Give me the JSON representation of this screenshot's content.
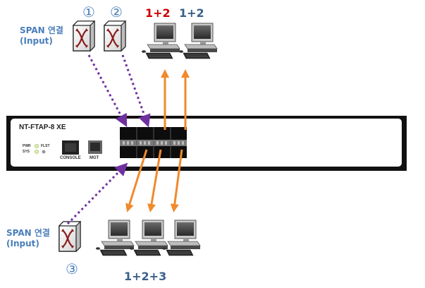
{
  "title": "NT-FTAP-8XE SPAN aggregation diagram",
  "device": {
    "model": "NT-FTAP-8 XE",
    "led_labels": [
      "PWR",
      "FLST",
      "SYS"
    ],
    "console_label": "CONSOLE",
    "mgt_label": "MGT",
    "port_count": 4
  },
  "sources": [
    {
      "id": 1,
      "marker": "①",
      "label_line1": "SPAN 연결",
      "label_line2": "(Input)"
    },
    {
      "id": 2,
      "marker": "②"
    },
    {
      "id": 3,
      "marker": "③",
      "label_line1": "SPAN 연결",
      "label_line2": "(Input)"
    }
  ],
  "outputs_top": [
    {
      "label": "1+2",
      "color": "#cc0000"
    },
    {
      "label": "1+2",
      "color": "#3b5f8a"
    }
  ],
  "outputs_bottom": {
    "label": "1+2+3",
    "color": "#3b5f8a",
    "count": 3
  },
  "colors": {
    "input_link": "#7030a0",
    "output_link": "#f08a2c",
    "label_blue": "#4a7ebb"
  }
}
